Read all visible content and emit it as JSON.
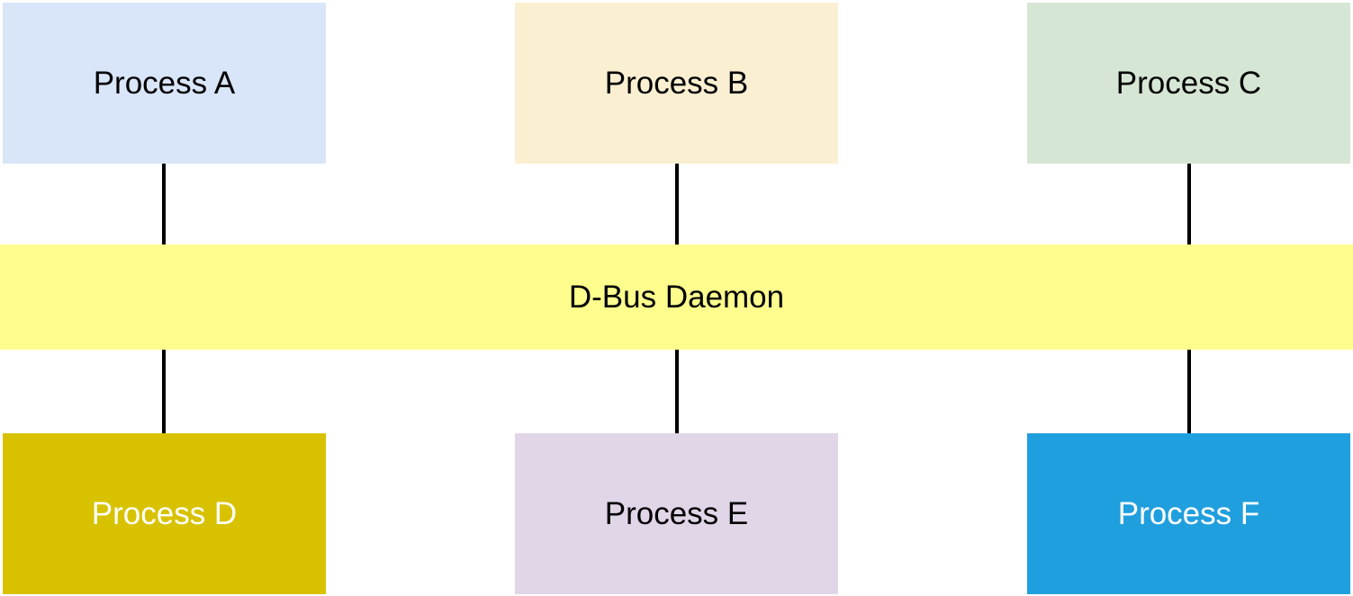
{
  "diagram": {
    "bus": {
      "label": "D-Bus Daemon",
      "fill": "#fdfd8e",
      "text_color": "#000000"
    },
    "top_processes": [
      {
        "label": "Process A",
        "fill": "#d9e5f8",
        "text_color": "#000000"
      },
      {
        "label": "Process B",
        "fill": "#faefd1",
        "text_color": "#000000"
      },
      {
        "label": "Process C",
        "fill": "#d6e6d4",
        "text_color": "#000000"
      }
    ],
    "bottom_processes": [
      {
        "label": "Process D",
        "fill": "#d8c200",
        "text_color": "#ffffff"
      },
      {
        "label": "Process E",
        "fill": "#e1d6e8",
        "text_color": "#000000"
      },
      {
        "label": "Process F",
        "fill": "#209fde",
        "text_color": "#ffffff"
      }
    ],
    "connector_color": "#000000"
  }
}
